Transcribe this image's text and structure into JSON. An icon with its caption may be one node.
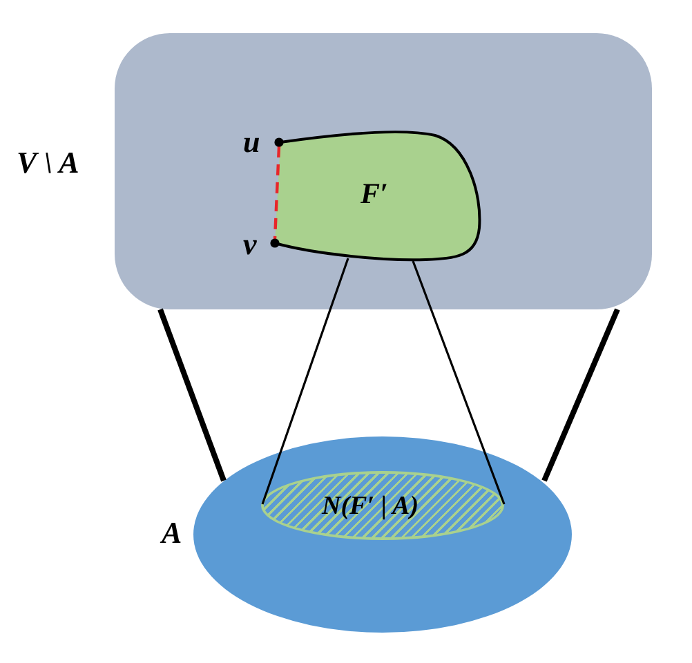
{
  "diagram": {
    "nodes": [
      {
        "text": [
          "V \\ A"
        ]
      },
      {
        "text": [
          "F′"
        ],
        "in": 0
      },
      {
        "text": [
          "u"
        ],
        "in": 0
      },
      {
        "text": [
          "v"
        ],
        "in": 0
      },
      {
        "text": [
          "A"
        ]
      },
      {
        "text": [
          "N(F′ | A)"
        ],
        "in": 4
      }
    ],
    "edges": [
      {
        "from": 2,
        "to": 3,
        "arrow": "none",
        "style": "dashed",
        "color": "#e8262a"
      },
      {
        "from": 0,
        "to": 4,
        "arrow": "none",
        "style": "thick"
      },
      {
        "from": 0,
        "to": 4,
        "arrow": "none",
        "style": "thick"
      },
      {
        "from": 1,
        "to": 5,
        "arrow": "none"
      },
      {
        "from": 1,
        "to": 5,
        "arrow": "none"
      }
    ]
  }
}
